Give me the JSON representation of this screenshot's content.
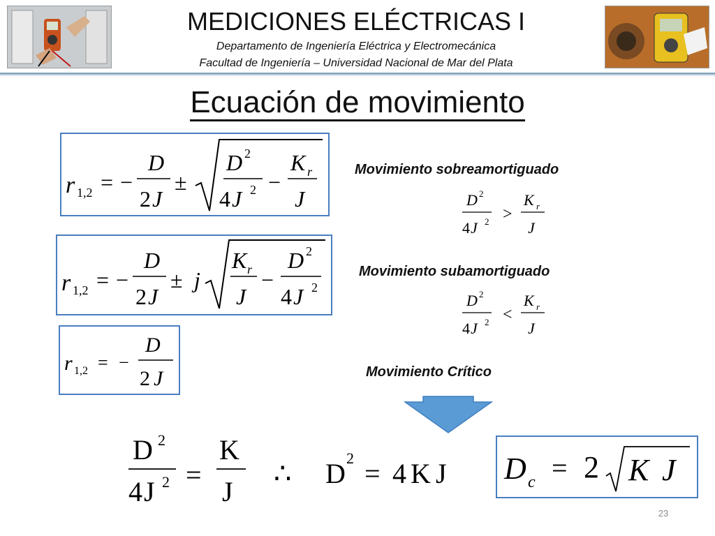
{
  "header": {
    "title": "MEDICIONES ELÉCTRICAS I",
    "line1": "Departamento de Ingeniería Eléctrica y Electromecánica",
    "line2": "Facultad de Ingeniería – Universidad Nacional de Mar del Plata"
  },
  "title": "Ecuación de movimiento",
  "cases": {
    "over": "Movimiento sobreamortiguado",
    "under": "Movimiento subamortiguado",
    "critical": "Movimiento Crítico"
  },
  "symbols": {
    "r": "r",
    "sub12": "1,2",
    "eq": "=",
    "minus": "−",
    "pm": "±",
    "j": "j",
    "D": "D",
    "J": "J",
    "two": "2",
    "sup2": "2",
    "four": "4",
    "K": "K",
    "sub_r": "r",
    "gt": ">",
    "lt": "<",
    "therefore": "∴",
    "Dc": "D",
    "sub_c": "c",
    "Kbig": "K",
    "Jbig": "J",
    "Dup": "D",
    "Jup": "J",
    "Kup": "K",
    "twoJ": "2J",
    "fourJ": "4J"
  },
  "page_number": "23",
  "colors": {
    "box_border": "#4a7ec0",
    "arrow_fill": "#5b9bd5",
    "rule": "#8aa8c0"
  }
}
